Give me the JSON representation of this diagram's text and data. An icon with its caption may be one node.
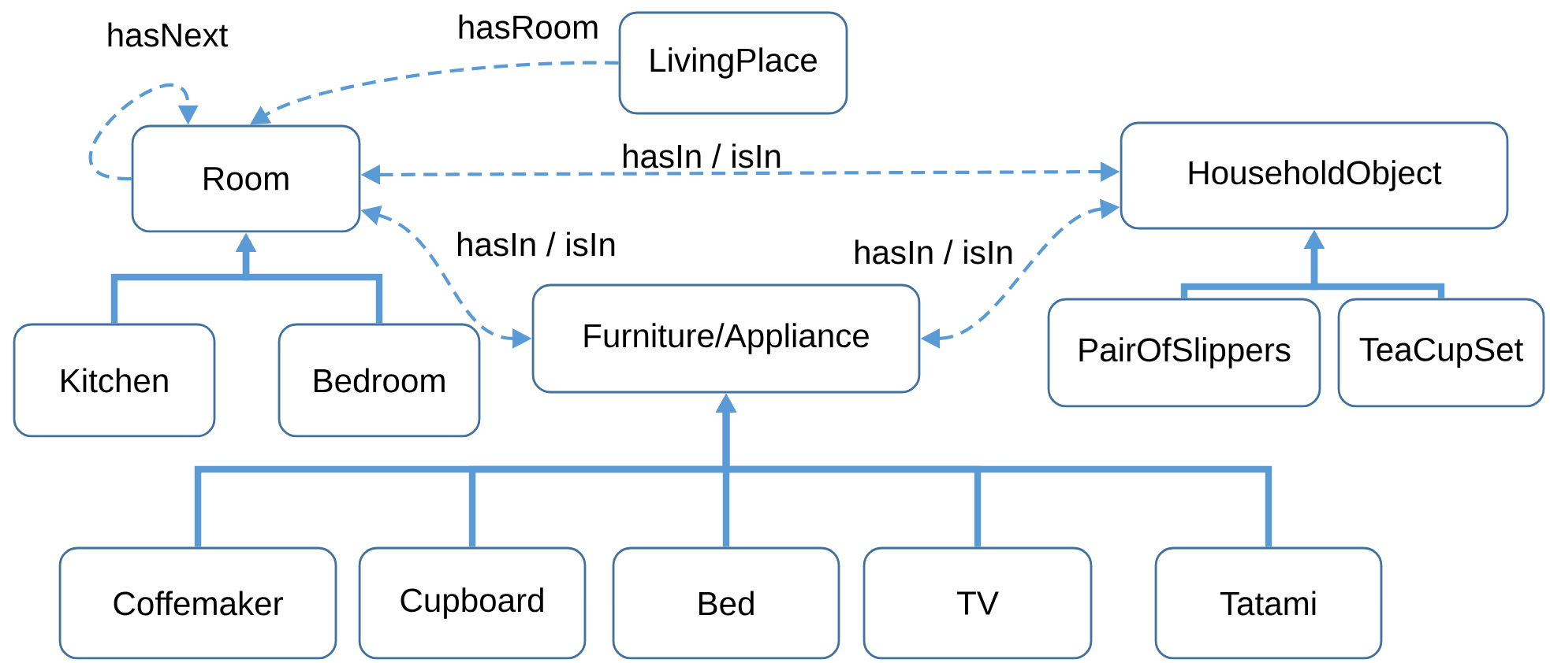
{
  "diagram": {
    "nodes": [
      {
        "text": [
          "Room"
        ]
      },
      {
        "text": [
          "LivingPlace"
        ]
      },
      {
        "text": [
          "HouseholdObject"
        ]
      },
      {
        "text": [
          "Kitchen"
        ]
      },
      {
        "text": [
          "Bedroom"
        ]
      },
      {
        "text": [
          "Furniture/Appliance"
        ]
      },
      {
        "text": [
          "PairOfSlippers"
        ]
      },
      {
        "text": [
          "TeaCupSet"
        ]
      },
      {
        "text": [
          "Coffemaker"
        ]
      },
      {
        "text": [
          "Cupboard"
        ]
      },
      {
        "text": [
          "Bed"
        ]
      },
      {
        "text": [
          "TV"
        ]
      },
      {
        "text": [
          "Tatami"
        ]
      }
    ],
    "edges": [
      {
        "from": 0,
        "to": 0,
        "arrow": "to",
        "label": "hasNext",
        "style": "dashed"
      },
      {
        "from": 1,
        "to": 0,
        "arrow": "to",
        "label": "hasRoom",
        "style": "dashed"
      },
      {
        "from": 0,
        "to": 2,
        "arrow": "both",
        "label": "hasIn / isIn",
        "style": "dashed"
      },
      {
        "from": 0,
        "to": 5,
        "arrow": "both",
        "label": "hasIn / isIn",
        "style": "dashed"
      },
      {
        "from": 2,
        "to": 5,
        "arrow": "both",
        "label": "hasIn / isIn",
        "style": "dashed"
      },
      {
        "from": 3,
        "to": 0,
        "arrow": "to"
      },
      {
        "from": 4,
        "to": 0,
        "arrow": "to"
      },
      {
        "from": 6,
        "to": 2,
        "arrow": "to"
      },
      {
        "from": 7,
        "to": 2,
        "arrow": "to"
      },
      {
        "from": 8,
        "to": 5,
        "arrow": "to"
      },
      {
        "from": 9,
        "to": 5,
        "arrow": "to"
      },
      {
        "from": 10,
        "to": 5,
        "arrow": "to"
      },
      {
        "from": 11,
        "to": 5,
        "arrow": "to"
      },
      {
        "from": 12,
        "to": 5,
        "arrow": "to"
      }
    ]
  }
}
